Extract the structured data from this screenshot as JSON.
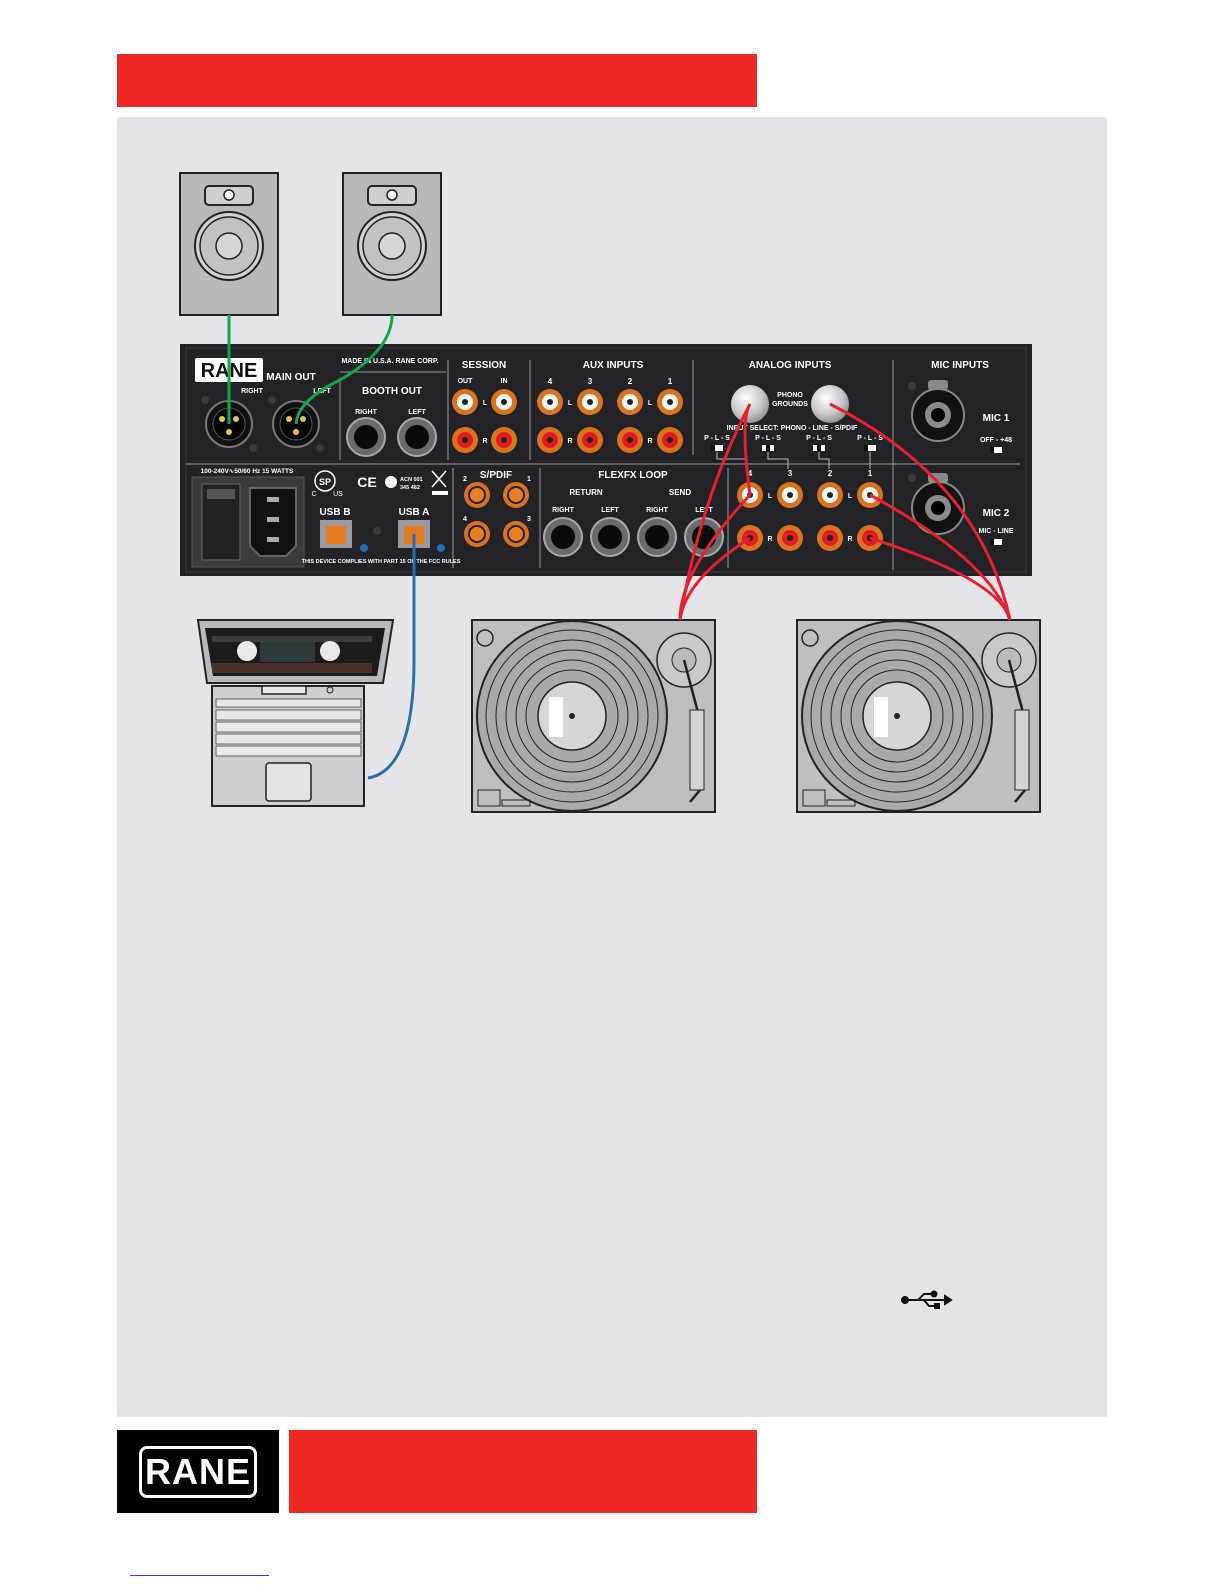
{
  "brand": {
    "logo_text": "RANE"
  },
  "rear_panel": {
    "logo": "RANE",
    "made_in": "MADE IN U.S.A.  RANE CORP.",
    "main_out": {
      "title": "MAIN OUT",
      "right": "RIGHT",
      "left": "LEFT"
    },
    "booth_out": {
      "title": "BOOTH OUT",
      "right": "RIGHT",
      "left": "LEFT"
    },
    "session": {
      "title": "SESSION",
      "out": "OUT",
      "in": "IN"
    },
    "aux_inputs": {
      "title": "AUX INPUTS",
      "channels": [
        "4",
        "3",
        "2",
        "1"
      ]
    },
    "analog_inputs": {
      "title": "ANALOG INPUTS",
      "phono_grounds": [
        "PHONO",
        "GROUNDS"
      ],
      "input_select": "INPUT SELECT: PHONO - LINE - S/PDIF",
      "switch_label": "P - L - S",
      "channels": [
        "4",
        "3",
        "2",
        "1"
      ]
    },
    "mic_inputs": {
      "title": "MIC INPUTS",
      "mic1": "MIC 1",
      "mic1_switch": "OFF - +48",
      "mic2": "MIC 2",
      "mic2_switch": "MIC - LINE"
    },
    "power": {
      "rating": "100-240V∿50/60 Hz 15 WATTS"
    },
    "cert": {
      "csa": "SP",
      "csa_c": "C",
      "csa_us": "US",
      "ce": "CE",
      "acn": "ACN 001",
      "acn2": "345 482"
    },
    "usb": {
      "b": "USB B",
      "a": "USB A"
    },
    "fcc": "THIS DEVICE COMPLIES WITH PART 15 OF THE FCC RULES",
    "spdif": {
      "title": "S/PDIF",
      "nums": [
        "2",
        "1",
        "4",
        "3"
      ]
    },
    "flexfx": {
      "title": "FLEXFX LOOP",
      "return": "RETURN",
      "send": "SEND",
      "right": "RIGHT",
      "left": "LEFT"
    },
    "lr": {
      "l": "L",
      "r": "R"
    }
  },
  "colors": {
    "red_bar": "#ee2724",
    "panel_bg": "#e4e4e9",
    "device": "#222226",
    "green_cable": "#13a54b",
    "blue_cable": "#2a6fa7",
    "red_cable": "#e32130"
  },
  "icons": {
    "usb": "usb-icon"
  }
}
